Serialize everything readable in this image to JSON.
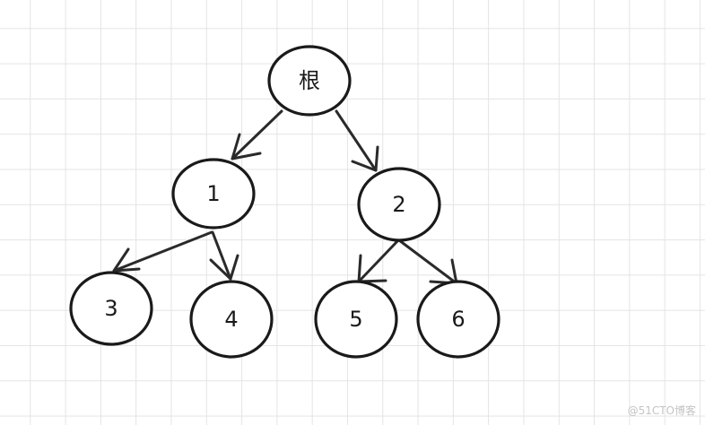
{
  "tree": {
    "nodes": [
      {
        "id": "root",
        "label": "根"
      },
      {
        "id": "n1",
        "label": "1"
      },
      {
        "id": "n2",
        "label": "2"
      },
      {
        "id": "n3",
        "label": "3"
      },
      {
        "id": "n4",
        "label": "4"
      },
      {
        "id": "n5",
        "label": "5"
      },
      {
        "id": "n6",
        "label": "6"
      }
    ],
    "edges": [
      {
        "from": "root",
        "to": "n1"
      },
      {
        "from": "root",
        "to": "n2"
      },
      {
        "from": "n1",
        "to": "n3"
      },
      {
        "from": "n1",
        "to": "n4"
      },
      {
        "from": "n2",
        "to": "n5"
      },
      {
        "from": "n2",
        "to": "n6"
      }
    ]
  },
  "watermark": "@51CTO博客",
  "colors": {
    "stroke": "#1a1a1a",
    "grid": "#e4e4e4",
    "watermark": "#c4c4c4"
  }
}
